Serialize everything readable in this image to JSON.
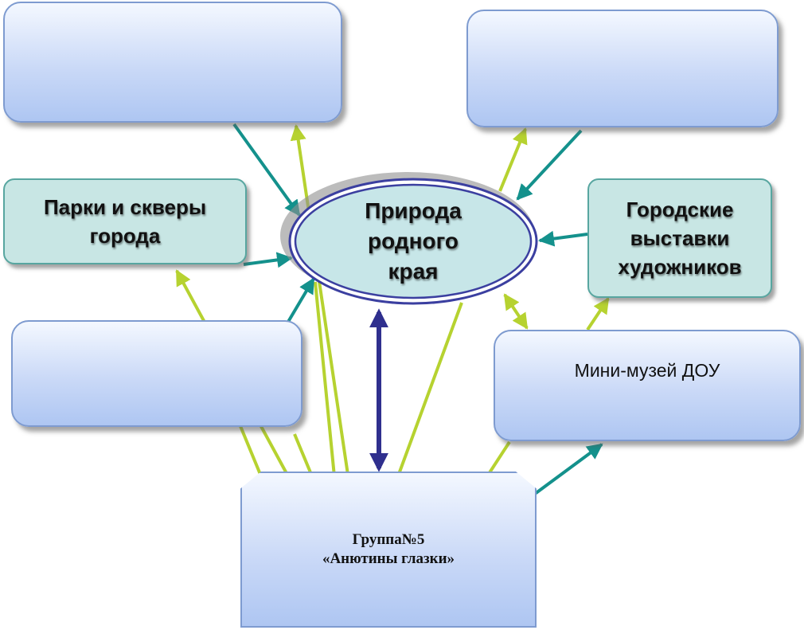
{
  "center": {
    "label": "Природа\nродного\nкрая"
  },
  "nodes": {
    "top_left": {
      "label": ""
    },
    "top_right": {
      "label": ""
    },
    "parks": {
      "label": "Парки и скверы\nгорода"
    },
    "exhibitions": {
      "label": "Городские\nвыставки\nхудожников"
    },
    "middle_left": {
      "label": ""
    },
    "museum": {
      "label": "Мини-музей ДОУ"
    },
    "group": {
      "label": "Группа№5\n«Анютины глазки»"
    }
  },
  "colors": {
    "teal_arrow": "#14918c",
    "green_arrow": "#b6d230",
    "navy_arrow": "#2f2f8e",
    "center_fill": "#c7e6e8",
    "center_ring": "#3b3fa0"
  }
}
